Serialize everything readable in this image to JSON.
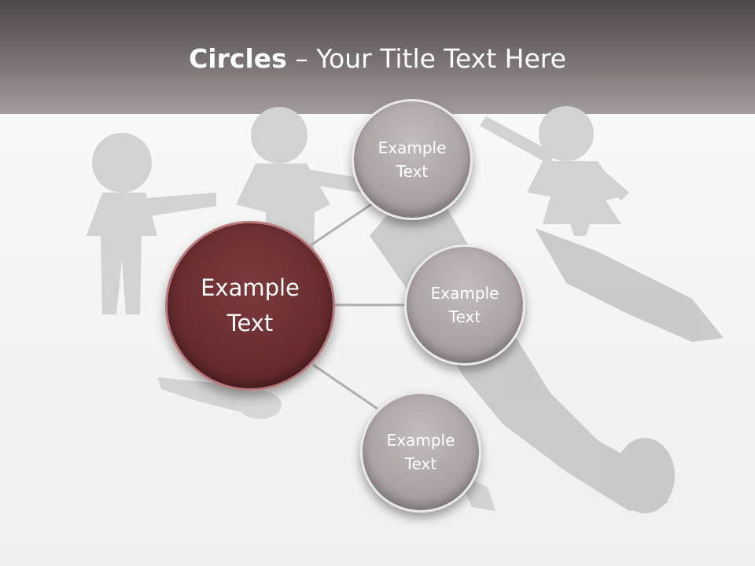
{
  "slide": {
    "title_bold": "Circles",
    "title_rest": " – Your Title Text Here"
  },
  "diagram": {
    "center": {
      "line1": "Example",
      "line2": "Text"
    },
    "nodes": [
      {
        "line1": "Example",
        "line2": "Text"
      },
      {
        "line1": "Example",
        "line2": "Text"
      },
      {
        "line1": "Example",
        "line2": "Text"
      }
    ]
  },
  "colors": {
    "header_dark": "#4d4849",
    "header_light": "#a39c9d",
    "center_circle": "#6a2d30",
    "node_circle": "#aaa2a3",
    "connector": "#b3aeae"
  }
}
